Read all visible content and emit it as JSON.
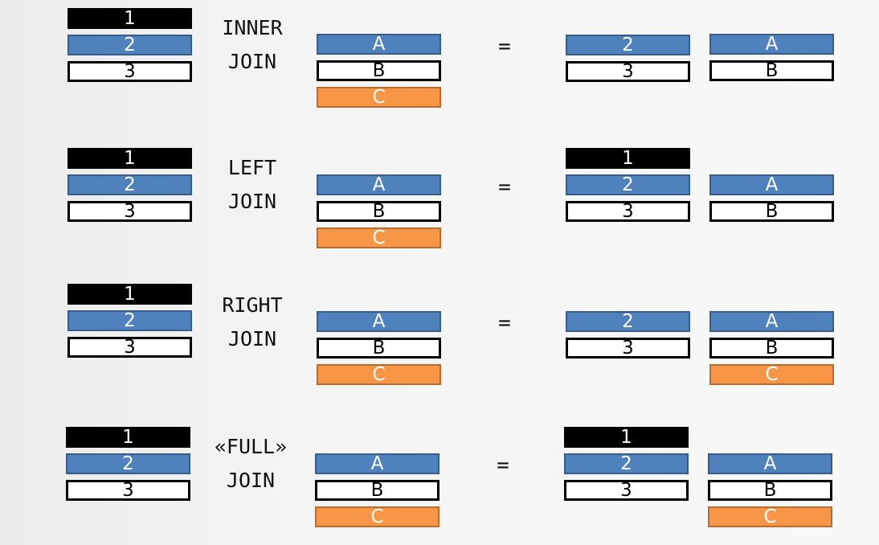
{
  "joins": [
    {
      "keyword_line1": "INNER",
      "keyword_line2": "JOIN",
      "left_table": [
        "1",
        "2",
        "3"
      ],
      "right_table": [
        "A",
        "B",
        "C"
      ],
      "equals": "=",
      "result_left": [
        "2",
        "3"
      ],
      "result_right": [
        "A",
        "B"
      ]
    },
    {
      "keyword_line1": "LEFT",
      "keyword_line2": "JOIN",
      "left_table": [
        "1",
        "2",
        "3"
      ],
      "right_table": [
        "A",
        "B",
        "C"
      ],
      "equals": "=",
      "result_left": [
        "1",
        "2",
        "3"
      ],
      "result_right": [
        "A",
        "B"
      ]
    },
    {
      "keyword_line1": "RIGHT",
      "keyword_line2": "JOIN",
      "left_table": [
        "1",
        "2",
        "3"
      ],
      "right_table": [
        "A",
        "B",
        "C"
      ],
      "equals": "=",
      "result_left": [
        "2",
        "3"
      ],
      "result_right": [
        "A",
        "B",
        "C"
      ]
    },
    {
      "keyword_line1": "«FULL»",
      "keyword_line2": "JOIN",
      "left_table": [
        "1",
        "2",
        "3"
      ],
      "right_table": [
        "A",
        "B",
        "C"
      ],
      "equals": "=",
      "result_left": [
        "1",
        "2",
        "3"
      ],
      "result_right": [
        "A",
        "B",
        "C"
      ]
    }
  ],
  "colors": {
    "row_1": "#000000",
    "row_2_and_A": "#4f81bd",
    "row_3_and_B": "#ffffff",
    "row_C": "#f79646"
  }
}
